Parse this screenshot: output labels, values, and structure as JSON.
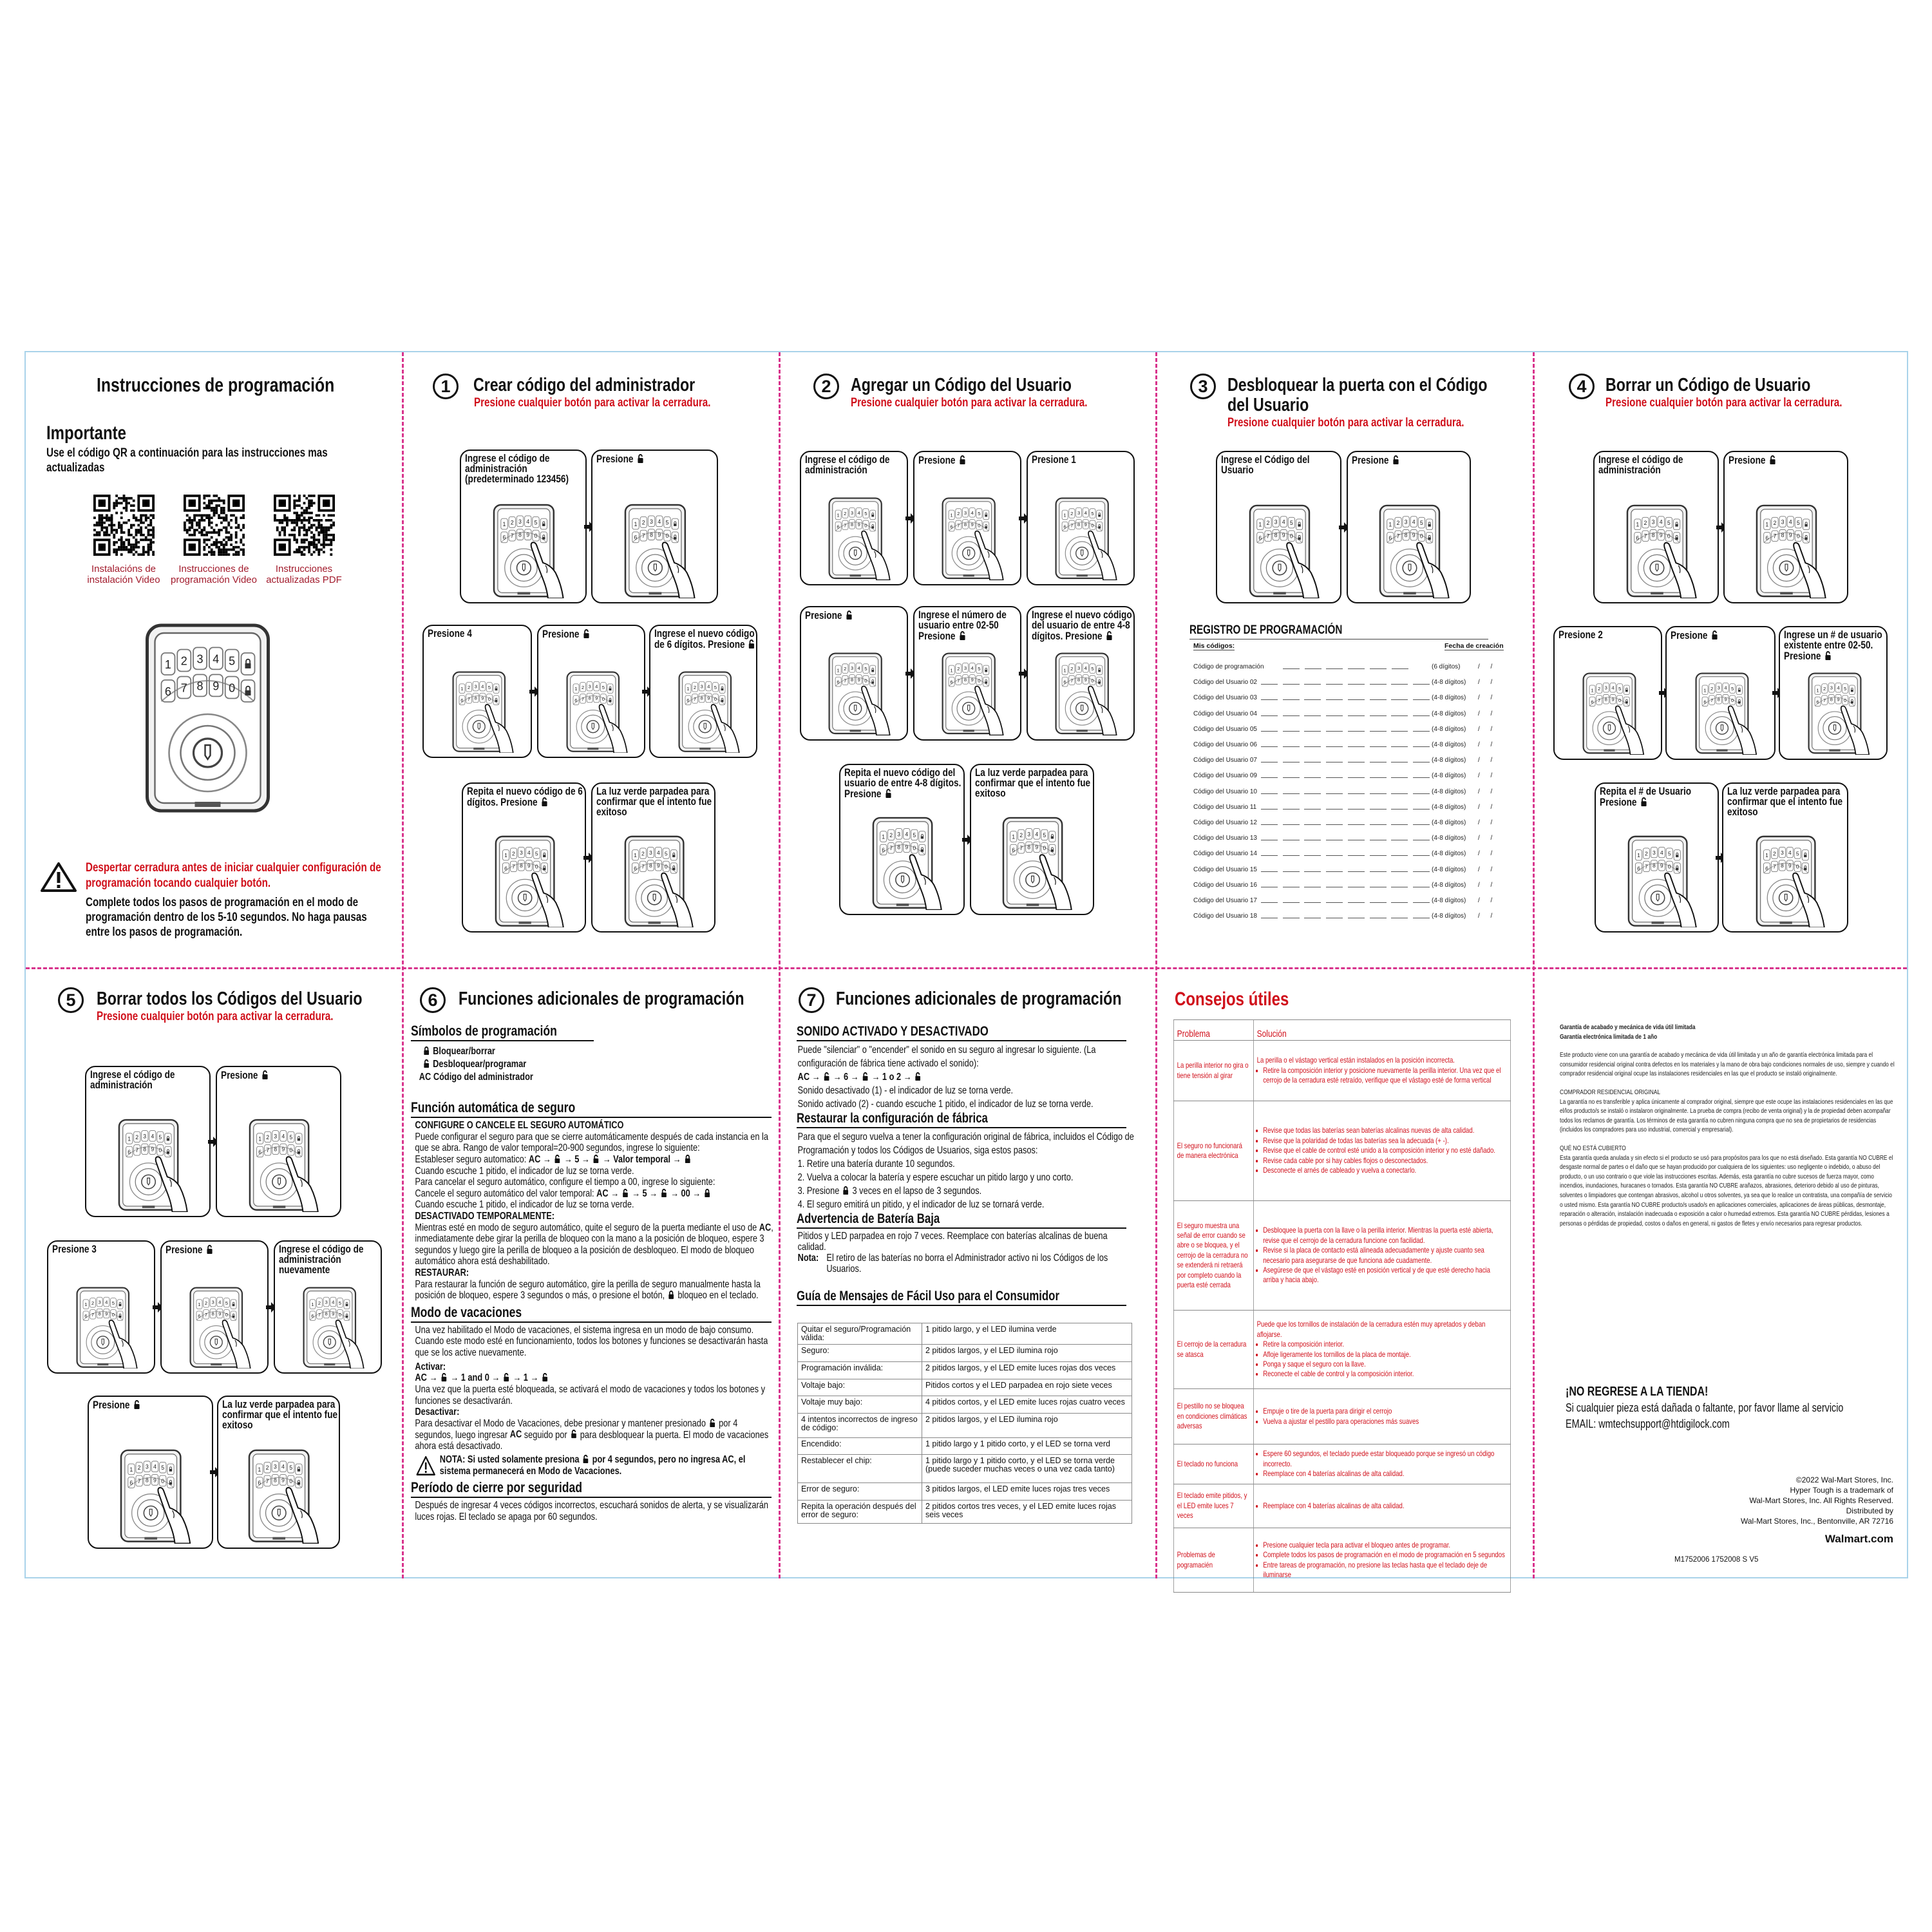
{
  "colors": {
    "accent_red": "#d0101b",
    "fold_line": "#d8338c",
    "frame": "#a9d3ea",
    "qr_label": "#a21b2c"
  },
  "keypad": {
    "top": [
      "1",
      "2",
      "3",
      "4",
      "5"
    ],
    "bottom": [
      "6",
      "7",
      "8",
      "9",
      "0"
    ]
  },
  "intro": {
    "title": "Instrucciones de programación",
    "important_heading": "Importante",
    "important_text": "Use el código QR a continuación para las instrucciones mas actualizadas",
    "qr": [
      {
        "label": "Instalacións de instalación Video"
      },
      {
        "label": "Instrucciones de programación Video"
      },
      {
        "label": "Instrucciones actualizadas PDF"
      }
    ],
    "warning_red": "Despertar cerradura antes de iniciar cualquier configuración de programación tocando cualquier botón.",
    "warning_black": "Complete todos los pasos de programación en el modo de programación dentro de los 5-10 segundos. No haga pausas entre los pasos de programación."
  },
  "sections": {
    "p1": {
      "number": "1",
      "title": "Crear código del administrador",
      "subtitle": "Presione cualquier botón para activar la cerradura.",
      "steps": [
        [
          "Ingrese el código de administración (predeterminado 123456)",
          "Presione 🔓"
        ],
        [
          "Presione 4",
          "Presione 🔓",
          "Ingrese el nuevo código de 6 dígitos. Presione 🔓"
        ],
        [
          "Repita el nuevo código de 6 dígitos. Presione 🔓",
          "La luz verde parpadea para confirmar que el intento fue exitoso"
        ]
      ]
    },
    "p2": {
      "number": "2",
      "title": "Agregar un Código del Usuario",
      "subtitle": "Presione cualquier botón para activar la cerradura.",
      "steps": [
        [
          "Ingrese el código de administración",
          "Presione 🔓",
          "Presione 1"
        ],
        [
          "Presione 🔓",
          "Ingrese el número de usuario entre 02-50 Presione 🔓",
          "Ingrese el nuevo código del usuario de entre 4-8 dígitos. Presione 🔓"
        ],
        [
          "Repita el nuevo código del usuario de entre 4-8 dígitos. Presione 🔓",
          "La luz verde parpadea para confirmar que el intento fue exitoso"
        ]
      ]
    },
    "p3": {
      "number": "3",
      "title": "Desbloquear la puerta con el Código del Usuario",
      "subtitle": "Presione cualquier botón para activar la cerradura.",
      "steps": [
        [
          "Ingrese el Código del Usuario",
          "Presione 🔓"
        ]
      ]
    },
    "p4": {
      "number": "4",
      "title": "Borrar un Código de Usuario",
      "subtitle": "Presione cualquier botón para activar la cerradura.",
      "steps": [
        [
          "Ingrese el código de administración",
          "Presione 🔓"
        ],
        [
          "Presione  2",
          "Presione 🔓",
          "Ingrese un # de usuario existente entre 02-50. Presione 🔓"
        ],
        [
          "Repita el # de Usuario Presione 🔓",
          "La luz verde parpadea para confirmar que el intento fue exitoso"
        ]
      ]
    },
    "p5": {
      "number": "5",
      "title": "Borrar todos los Códigos del Usuario",
      "subtitle": "Presione cualquier botón para activar la cerradura.",
      "steps": [
        [
          "Ingrese el código de administración",
          "Presione 🔓"
        ],
        [
          "Presione  3",
          "Presione 🔓",
          "Ingrese el código de administración nuevamente"
        ],
        [
          "Presione 🔓",
          "La luz verde parpadea para confirmar que el intento fue exitoso"
        ]
      ]
    }
  },
  "registro": {
    "heading": "REGISTRO DE PROGRAMACIÓN",
    "col_codes": "Mis códigos:",
    "col_date": "Fecha de creación",
    "rows": [
      {
        "label": "Código de programación",
        "digits": "(6 dígitos)",
        "blanks": 6
      },
      {
        "label": "Código del Usuario 02",
        "digits": "(4-8 dígitos)",
        "blanks": 8
      },
      {
        "label": "Código del Usuario 03",
        "digits": "(4-8 dígitos)",
        "blanks": 8
      },
      {
        "label": "Código del Usuario 04",
        "digits": "(4-8 dígitos)",
        "blanks": 8
      },
      {
        "label": "Código del Usuario 05",
        "digits": "(4-8 dígitos)",
        "blanks": 8
      },
      {
        "label": "Código del Usuario 06",
        "digits": "(4-8 dígitos)",
        "blanks": 8
      },
      {
        "label": "Código del Usuario 07",
        "digits": "(4-8 dígitos)",
        "blanks": 8
      },
      {
        "label": "Código del Usuario 09",
        "digits": "(4-8 dígitos)",
        "blanks": 8
      },
      {
        "label": "Código del Usuario 10",
        "digits": "(4-8 dígitos)",
        "blanks": 8
      },
      {
        "label": "Código del Usuario 11",
        "digits": "(4-8 dígitos)",
        "blanks": 8
      },
      {
        "label": "Código del Usuario 12",
        "digits": "(4-8 dígitos)",
        "blanks": 8
      },
      {
        "label": "Código del Usuario 13",
        "digits": "(4-8 dígitos)",
        "blanks": 8
      },
      {
        "label": "Código del Usuario 14",
        "digits": "(4-8 dígitos)",
        "blanks": 8
      },
      {
        "label": "Código del Usuario 15",
        "digits": "(4-8 dígitos)",
        "blanks": 8
      },
      {
        "label": "Código del Usuario 16",
        "digits": "(4-8 dígitos)",
        "blanks": 8
      },
      {
        "label": "Código del Usuario 17",
        "digits": "(4-8 dígitos)",
        "blanks": 8
      },
      {
        "label": "Código del Usuario 18",
        "digits": "(4-8 dígitos)",
        "blanks": 8
      }
    ],
    "date_sep": "/      /"
  },
  "p6": {
    "number": "6",
    "title": "Funciones adicionales de programación",
    "symbols_heading": "Símbolos de programación",
    "symbol_lock": "🔒 Bloquear/borrar",
    "symbol_unlock": "🔓 Desbloquear/programar",
    "symbol_ac": "AC Código del administrador",
    "autolock": {
      "heading": "Función automática de seguro",
      "sub1": "CONFIGURE O CANCELE EL SEGURO AUTOMÁTICO",
      "p1": "Puede configurar el seguro para que se cierre automáticamente después de cada instancia en la que se abra. Rango de valor temporal=20-900 segundos, ingrese lo siguiente:",
      "set_label": "Estableser seguro automatico: ",
      "set_seq": "AC → 🔓 → 5 → 🔓 → Valor temporal → 🔒",
      "beep1": "Cuando escuche 1 pitido, el indicador de luz se torna verde.",
      "cancel_intro": "Para cancelar el seguro automático, configure el tiempo a 00, ingrese lo siguiente:",
      "cancel_label": "Cancele el seguro automático del valor temporal: ",
      "cancel_seq": "AC → 🔓 → 5 → 🔓 → 00 → 🔒",
      "beep2": "Cuando escuche 1 pitido, el indicador de luz se torna verde.",
      "sub2": "DESACTIVADO TEMPORALMENTE:",
      "p2a": "Mientras esté en modo de seguro automático, quite el seguro de la puerta mediante el uso de ",
      "p2b": "AC",
      "p2c": ", inmediatamente debe girar la perilla de bloqueo con la mano a la posición de bloqueo, espere 3 segundos y luego gire la perilla de bloqueo a la posición de desbloqueo. El modo de bloqueo automático ahora está deshabilitado.",
      "sub3": "RESTAURAR:",
      "p3": "Para restaurar la función de seguro automático, gire la perilla de seguro manualmente hasta la posición de bloqueo, espere 3 segundos o más, o presione el botón, 🔒 bloqueo en el teclado."
    },
    "vacation": {
      "heading": "Modo de vacaciones",
      "p1": "Una vez habilitado el Modo de vacaciones, el sistema ingresa en un modo de bajo consumo. Cuando este modo esté en funcionamiento, todos los botones y funciones se desactivarán hasta que se los active nuevamente.",
      "activate_label": "Activar:",
      "activate_seq": "AC → 🔓 → 1 and 0 → 🔓 → 1 → 🔓",
      "p2": "Una vez que la puerta esté bloqueada, se activará el modo de vacaciones y todos los botones y funciones se desactivarán.",
      "deactivate_label": "Desactivar:",
      "p3a": "Para desactivar el Modo de Vacaciones, debe presionar y mantener presionado 🔓 por 4 segundos, luego ingresar ",
      "p3b": "AC",
      "p3c": " seguido por 🔓 para desbloquear la puerta. El modo de vacaciones ahora está desactivado.",
      "note": "NOTA: Si usted solamente presiona 🔓 por 4 segundos, pero no ingresa AC, el sistema permanecerá en Modo de Vacaciones."
    },
    "lockout": {
      "heading": "Período de cierre por seguridad",
      "text": "Después de ingresar 4 veces códigos incorrectos, escuchará sonidos de alerta, y se visualizarán luces rojas. El teclado se apaga por 60 segundos."
    }
  },
  "p7": {
    "number": "7",
    "title": "Funciones adicionales de programación",
    "sound": {
      "heading": "SONIDO ACTIVADO Y DESACTIVADO",
      "p1": "Puede \"silenciar\" o \"encender\" el sonido en su seguro al ingresar lo siguiente. (La configuración de fábrica tiene activado el sonido):",
      "seq": "AC → 🔓 → 6 → 🔓 → 1 o 2 → 🔓",
      "off": "Sonido desactivado (1) - el indicador de luz se torna verde.",
      "on": "Sonido activado (2) - cuando escuche 1 pitido, el indicador de luz se torna verde."
    },
    "factory": {
      "heading": "Restaurar la configuración de fábrica",
      "intro": "Para que el seguro vuelva a tener la configuración original de fábrica, incluidos el Código de Programación y todos los Códigos de Usuarios, siga estos pasos:",
      "steps": [
        "1. Retire una batería durante 10 segundos.",
        "2. Vuelva a colocar la batería y espere escuchar un pitido largo y uno corto.",
        "3. Presione 🔒 3 veces en el lapso de 3 segundos.",
        "4. El seguro emitirá un pitido, y el indicador de luz se tornará verde."
      ]
    },
    "battery": {
      "heading": "Advertencia de Batería Baja",
      "text": "Pitidos y LED parpadea en rojo 7 veces. Reemplace con baterías alcalinas de buena calidad.",
      "note_label": "Nota:",
      "note": "El retiro de las baterías no borra el Administrador activo ni los Códigos de los Usuarios."
    },
    "guide": {
      "heading": "Guía de Mensajes de Fácil Uso para el Consumidor",
      "rows": [
        [
          "Quitar el seguro/Programación válida:",
          "1 pitido largo, y el LED ilumina verde"
        ],
        [
          "Seguro:",
          "2 pitidos largos, y el LED ilumina rojo"
        ],
        [
          "Programación inválida:",
          "2 pitidos largos, y el LED emite luces rojas dos veces"
        ],
        [
          "Voltaje bajo:",
          "Pitidos cortos y el LED parpadea en rojo siete veces"
        ],
        [
          "Voltaje muy bajo:",
          "4 pitidos cortos, y el LED emite luces rojas cuatro veces"
        ],
        [
          "4 intentos incorrectos de ingreso de código:",
          "2 pitidos largos, y el LED ilumina rojo"
        ],
        [
          "Encendido:",
          "1 pitido largo y 1 pitido corto, y el LED se torna verd"
        ],
        [
          "Restablecer el chip:",
          "1 pitido largo y 1 pitido corto, y el LED se torna verde (puede suceder muchas veces o una vez cada tanto)"
        ],
        [
          "Error de seguro:",
          "3 pitidos largos, el LED emite luces rojas tres veces"
        ],
        [
          "Repita la operación después del error de seguro:",
          "2 pitidos cortos tres veces, y el LED emite luces rojas seis veces"
        ]
      ]
    }
  },
  "tips": {
    "heading": "Consejos útiles",
    "col_problem": "Problema",
    "col_solution": "Solución",
    "rows": [
      {
        "problem": "La perilla interior no gira o tiene tensión al girar",
        "lead": "La perilla o el vástago vertical están instalados en la posición incorrecta.",
        "bullets": [
          "Retire la composición interior y posicione nuevamente la perilla interior. Una vez que el cerrojo de la cerradura esté retraído, verifique que el vástago esté de forma vertical"
        ]
      },
      {
        "problem": "El seguro no funcionará de manera electrónica",
        "lead": "",
        "bullets": [
          "Revise que todas las baterías sean baterías alcalinas nuevas de alta calidad.",
          "Revise que la polaridad de todas las baterías sea la adecuada (+ -).",
          "Revise que el cable de control esté unido a la composición interior y no esté dañado.",
          "Revise cada cable por si hay cables flojos o desconectados.",
          "Desconecte el arnés de cableado y vuelva a conectarlo."
        ]
      },
      {
        "problem": "El seguro muestra una señal de error cuando se abre o se bloquea, y el cerrojo de la cerradura no se extenderá ni retraerá por completo cuando la puerta esté cerrada",
        "lead": "",
        "bullets": [
          "Desbloquee la puerta con la llave o la perilla interior. Mientras la puerta esté abierta, revise que el cerrojo de la cerradura funcione con facilidad.",
          "Revise si la placa de contacto está alineada adecuadamente y ajuste cuanto sea necesario para asegurarse de que funciona ade cuadamente.",
          "Asegúrese de que el vástago esté en posición vertical y de que esté derecho hacia arriba y hacia abajo."
        ]
      },
      {
        "problem": "El cerrojo de la cerradura se atasca",
        "lead": "Puede que los tornillos de instalación de la cerradura estén muy apretados y deban aflojarse.",
        "bullets": [
          "Retire la composición interior.",
          "Afloje ligeramente los tornillos de la placa de montaje.",
          "Ponga y saque el seguro con la llave.",
          "Reconecte el cable de control y la composición interior."
        ]
      },
      {
        "problem": "El pestillo no se bloquea en condiciones climáticas adversas",
        "lead": "",
        "bullets": [
          "Empuje o tire de la puerta para dirigir el cerrojo",
          "Vuelva a ajustar el pestillo para operaciones más suaves"
        ]
      },
      {
        "problem": "El teclado no funciona",
        "lead": "",
        "bullets": [
          "Espere 60 segundos, el teclado puede estar bloqueado porque se ingresó un código incorrecto.",
          "Reemplace con 4 baterías alcalinas de alta calidad."
        ]
      },
      {
        "problem": "El teclado emite pitidos, y el LED emite luces 7 veces",
        "lead": "",
        "bullets": [
          "Reemplace con 4 baterías alcalinas de alta calidad."
        ]
      },
      {
        "problem": "Problemas de pogramacién",
        "lead": "",
        "bullets": [
          "Presione cualquier tecla para activar el bloqueo antes de programar.",
          "Complete todos los pasos de programación en el modo de programación en 5 segundos",
          "Entre tareas de programación, no presione las teclas hasta que el teclado deje de iluminarse"
        ]
      }
    ]
  },
  "warranty": {
    "heading1": "Garantía de acabado y mecánica de vida útil limitada",
    "heading2": "Garantía electrónica limitada de 1 año",
    "intro": "Este producto viene con una garantía de acabado y mecánica de vida útil limitada y un año de garantía electrónica limitada para el consumidor residencial original contra defectos en los materiales y la mano de obra bajo condiciones normales de uso, siempre y cuando el comprador residencial original ocupe las instalaciones residenciales en las que el producto se instaló originalmente.",
    "buyer_heading": "COMPRADOR RESIDENCIAL ORIGINAL",
    "buyer_text": "La garantía no es transferible y aplica únicamente al comprador original, siempre que este ocupe las instalaciones residenciales en las que el/los producto/s se instaló o instalaron originalmente.  La prueba de compra (recibo de venta original) y la de propiedad deben acompañar todos los reclamos de garantía. Los términos de esta garantía no cubren ninguna compra que no sea de propietarios de residencias (incluidos los compradores para uso industrial, comercial y empresarial).",
    "notcovered_heading": "QUÉ NO ESTÁ CUBIERTO",
    "notcovered_text": "Esta garantía queda anulada y sin efecto si el producto se usó para propósitos para los que no está diseñado.  Esta garantía NO CUBRE el desgaste normal de partes o el daño que se hayan producido por cualquiera de los siguientes: uso negligente o indebido, o abuso del producto, o un uso contrario o que viole las instrucciones escritas. Además, esta garantía no cubre sucesos de fuerza mayor, como incendios, inundaciones, huracanes o tornados.  Esta garantía NO CUBRE arañazos, abrasiones, deterioro debido al uso de pinturas, solventes o limpiadores que contengan abrasivos, alcohol u otros solventes, ya sea que lo realice un contratista, una compañía de servicio o usted mismo. Esta garantía NO CUBRE producto/s usado/s en aplicaciones comerciales, aplicaciones de áreas públicas, desmontaje, reparación o alteración, instalación inadecuada o exposición a calor o humedad extremos. Esta garantía NO CUBRE pérdidas, lesiones a personas o pérdidas de propiedad, costos o daños en general, ni gastos de fletes y envío necesarios para regresar productos.",
    "return_heading": "¡NO REGRESE A LA TIENDA!",
    "return_text": "Si cualquier pieza está dañada o faltante, por favor llame al servicio",
    "email": "EMAIL: wmtechsupport@htdigilock.com",
    "legal": [
      "©2022 Wal-Mart Stores, Inc.",
      "Hyper Tough is a trademark of",
      "Wal-Mart Stores, Inc. All Rights Reserved.",
      "Distributed by",
      "Wal-Mart Stores, Inc., Bentonville, AR 72716"
    ],
    "site": "Walmart.com",
    "code": "M1752006 1752008 S V5"
  }
}
